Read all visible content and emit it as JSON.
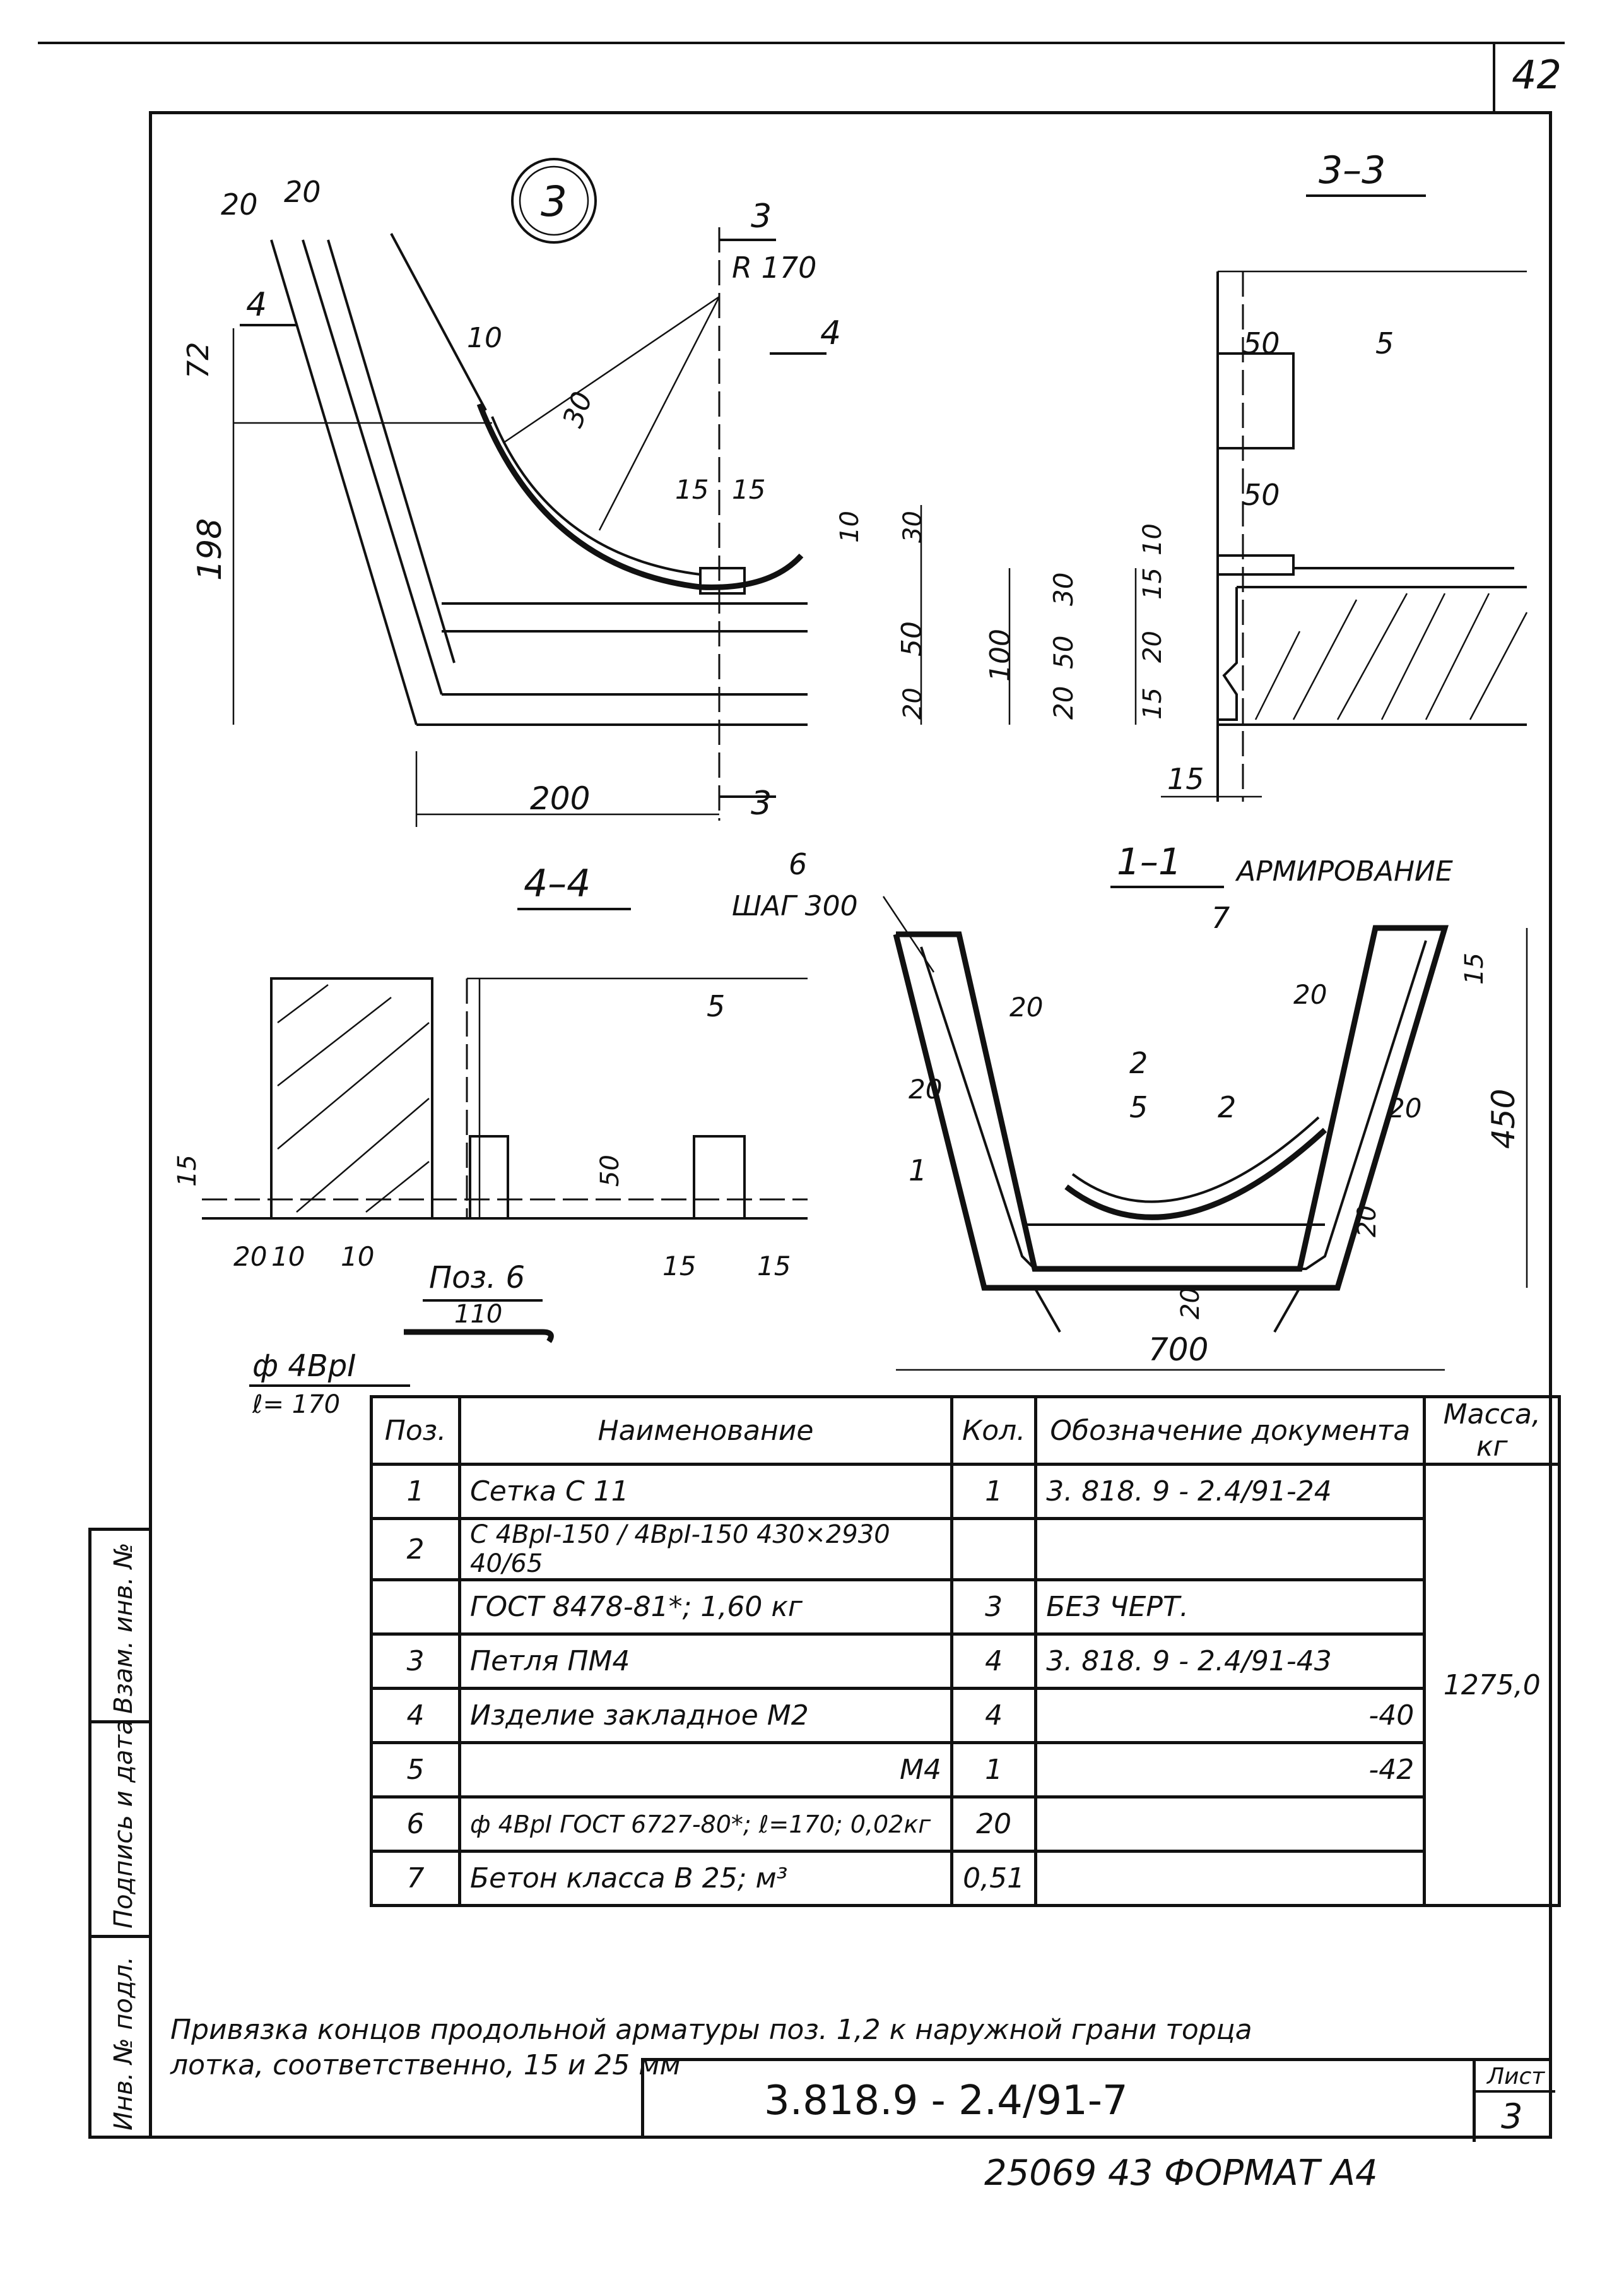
{
  "page": {
    "sheet_number_top": "42",
    "bottom_note": "25069    43    ФОРМАТ А4"
  },
  "views": {
    "detail3": {
      "marker": "3",
      "dims": [
        "20",
        "20",
        "72",
        "198",
        "10",
        "30",
        "15",
        "15",
        "10",
        "30",
        "50",
        "20",
        "200"
      ],
      "radius": "R 170",
      "section_marks": [
        "3",
        "3",
        "4",
        "4"
      ]
    },
    "sec33": {
      "title": "3–3",
      "dims": [
        "50",
        "5",
        "50",
        "10",
        "15",
        "30",
        "100",
        "20",
        "50",
        "20",
        "15",
        "15"
      ]
    },
    "sec44": {
      "title": "4–4",
      "dims": [
        "5",
        "15",
        "50",
        "20",
        "10",
        "10",
        "15",
        "15"
      ]
    },
    "sec11": {
      "title": "1–1",
      "subtitle": "АРМИРОВАНИЕ",
      "callouts": [
        "6",
        "ШАГ 300",
        "7",
        "20",
        "20",
        "2",
        "20",
        "5",
        "2",
        "20",
        "1",
        "20",
        "20",
        "15",
        "450",
        "700"
      ]
    },
    "pos6": {
      "title": "Поз. 6",
      "dim": "110",
      "bar": "ф 4ВрI",
      "length": "ℓ= 170"
    }
  },
  "spec_table": {
    "headers": {
      "pos": "Поз.",
      "name": "Наименование",
      "qty": "Кол.",
      "doc": "Обозначение документа",
      "mass": "Масса, кг"
    },
    "rows": [
      {
        "pos": "1",
        "name": "Сетка  С 11",
        "qty": "1",
        "doc": "3. 818. 9 - 2.4/91-24"
      },
      {
        "pos": "2",
        "name": "С 4ВрI-150 / 4ВрI-150  430×2930  40/65",
        "qty": "",
        "doc": ""
      },
      {
        "pos": "",
        "name": "ГОСТ 8478-81*;  1,60 кг",
        "qty": "3",
        "doc": "БЕЗ  ЧЕРТ."
      },
      {
        "pos": "3",
        "name": "Петля   ПМ4",
        "qty": "4",
        "doc": "3. 818. 9 - 2.4/91-43"
      },
      {
        "pos": "4",
        "name": "Изделие закладное  М2",
        "qty": "4",
        "doc": "-40"
      },
      {
        "pos": "5",
        "name": "М4",
        "qty": "1",
        "doc": "-42"
      },
      {
        "pos": "6",
        "name": "ф 4ВрI ГОСТ 6727-80*; ℓ=170; 0,02кг",
        "qty": "20",
        "doc": ""
      },
      {
        "pos": "7",
        "name": "Бетон класса В 25; м³",
        "qty": "0,51",
        "doc": ""
      }
    ],
    "mass_total": "1275,0"
  },
  "note": {
    "line1": "Привязка концов продольной арматуры поз. 1,2 к наружной грани торца",
    "line2": "лотка, соответственно, 15 и 25 мм"
  },
  "title_block": {
    "designation": "3.818.9 - 2.4/91-7",
    "sheet_label": "Лист",
    "sheet_value": "3"
  },
  "side_strip": {
    "field1": "Инв. № подл.",
    "field2": "Подпись и дата",
    "field3": "Взам. инв. №"
  }
}
